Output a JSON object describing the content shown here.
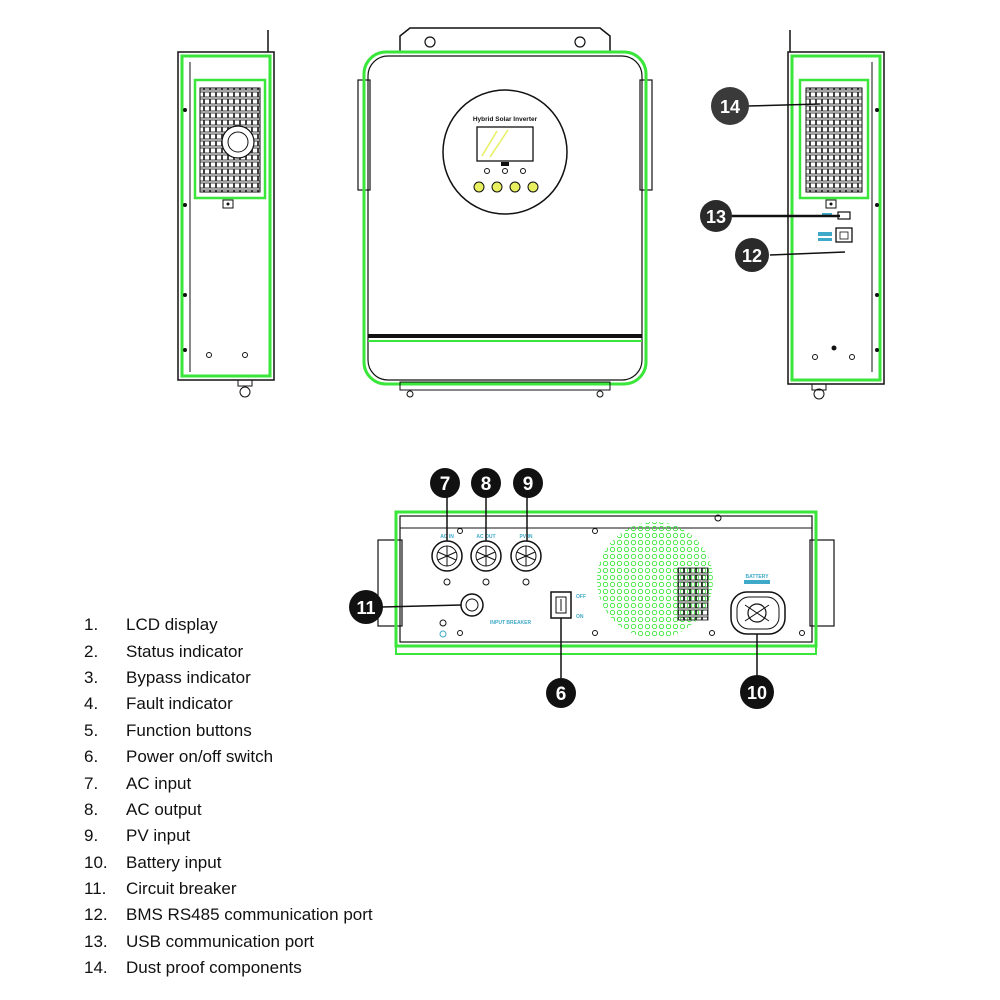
{
  "colors": {
    "outline": "#39e639",
    "line": "#111111",
    "callout_fill": "#111111",
    "callout_text": "#ffffff",
    "label_blue": "#3fa9c9"
  },
  "lcd": {
    "brand": "Hybrid Solar Inverter"
  },
  "bottom_labels": {
    "ac_in": "AC IN",
    "ac_out": "AC OUT",
    "pv_in": "PV IN",
    "off": "OFF",
    "on": "ON",
    "battery": "BATTERY",
    "input_breaker": "INPUT BREAKER"
  },
  "callouts": {
    "c6": "6",
    "c7": "7",
    "c8": "8",
    "c9": "9",
    "c10": "10",
    "c11": "11",
    "c12": "12",
    "c13": "13",
    "c14": "14"
  },
  "legend": [
    {
      "num": "1.",
      "label": "LCD display"
    },
    {
      "num": "2.",
      "label": "Status indicator"
    },
    {
      "num": "3.",
      "label": "Bypass indicator"
    },
    {
      "num": "4.",
      "label": "Fault  indicator"
    },
    {
      "num": "5.",
      "label": "Function  buttons"
    },
    {
      "num": "6.",
      "label": "Power on/off switch"
    },
    {
      "num": "7.",
      "label": "AC input"
    },
    {
      "num": "8.",
      "label": "AC output"
    },
    {
      "num": "9.",
      "label": "PV input"
    },
    {
      "num": "10.",
      "label": "Battery input"
    },
    {
      "num": "11.",
      "label": "Circuit breaker"
    },
    {
      "num": "12.",
      "label": "BMS RS485 communication port"
    },
    {
      "num": "13.",
      "label": "USB  communication  port"
    },
    {
      "num": "14.",
      "label": "Dust proof components"
    }
  ]
}
